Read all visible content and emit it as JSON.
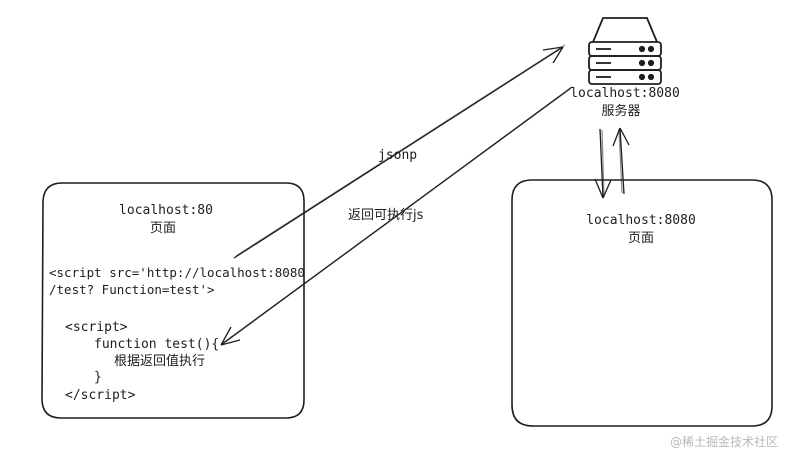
{
  "server": {
    "host": "localhost:8080",
    "label": "服务器"
  },
  "left_page": {
    "host": "localhost:80",
    "label": "页面",
    "code_lines": [
      "<script src='http://localhost:8080",
      "/test? Function=test'>",
      "<script>",
      "function test(){",
      "根据返回值执行",
      "}",
      "</script>"
    ]
  },
  "right_page": {
    "host": "localhost:8080",
    "label": "页面"
  },
  "arrows": {
    "request_label": "jsonp",
    "response_label": "返回可执行js"
  },
  "watermark": "@稀土掘金技术社区"
}
